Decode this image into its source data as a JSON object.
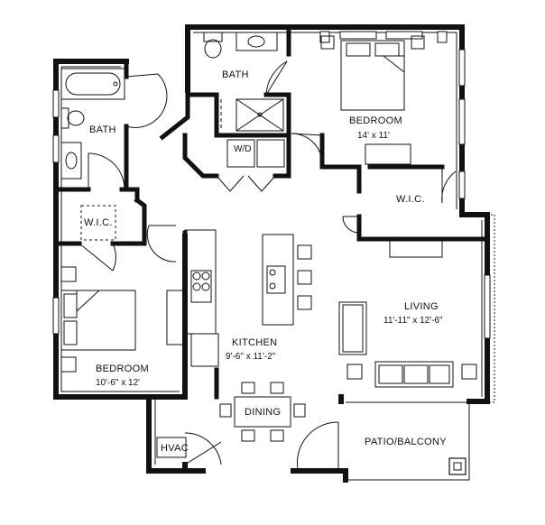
{
  "rooms": {
    "bath_master": {
      "name": "BATH"
    },
    "bedroom_master": {
      "name": "BEDROOM",
      "size": "14' x 11'"
    },
    "bath_second": {
      "name": "BATH"
    },
    "wd": {
      "name": "W/D"
    },
    "wic_master": {
      "name": "W.I.C."
    },
    "wic_second": {
      "name": "W.I.C."
    },
    "living": {
      "name": "LIVING",
      "size": "11'-11\" x 12'-6\""
    },
    "kitchen": {
      "name": "KITCHEN",
      "size": "9'-6\" x 11'-2\""
    },
    "bedroom_second": {
      "name": "BEDROOM",
      "size": "10'-6\" x 12'"
    },
    "dining": {
      "name": "DINING"
    },
    "hvac": {
      "name": "HVAC"
    },
    "patio": {
      "name": "PATIO/BALCONY"
    }
  }
}
